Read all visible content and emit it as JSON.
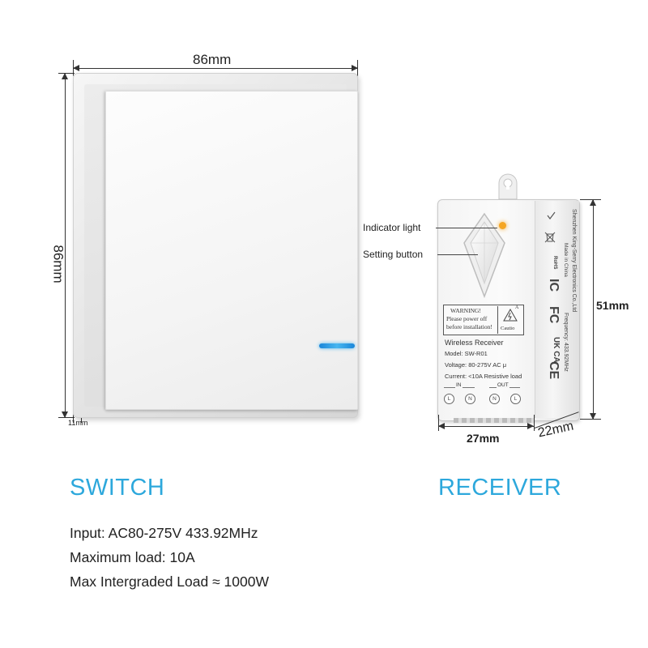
{
  "dimensions": {
    "switch_width": "86mm",
    "switch_height": "86mm",
    "switch_depth": "11mm",
    "receiver_height": "51mm",
    "receiver_width": "27mm",
    "receiver_depth": "22mm"
  },
  "callouts": {
    "indicator": "Indicator light",
    "setting": "Setting button"
  },
  "receiver_label": {
    "warning_title": "WARNING!",
    "warning_line1": "Please power off",
    "warning_line2": "before installation!",
    "caution": "Cautio",
    "caution_mark": "A",
    "name": "Wireless Receiver",
    "model": "Model: SW-R01",
    "voltage": "Voltage: 80-275V AC  μ",
    "current": "Current: <10A Resistive load",
    "in_label": "IN",
    "out_label": "OUT",
    "terminals": [
      "L",
      "N",
      "N",
      "L"
    ],
    "side_frequency": "Frequency: 433.92MHz",
    "side_company": "Shenzhen King-Serry Electronics Co.,Ltd",
    "side_made": "Made in China",
    "cert_ce": "CE",
    "cert_fc": "FC",
    "cert_ic": "IC",
    "cert_ukca": "UK CA",
    "cert_rohs": "RoHS"
  },
  "sections": {
    "switch_title": "SWITCH",
    "receiver_title": "RECEIVER"
  },
  "specs": [
    "Input: AC80-275V 433.92MHz",
    "Maximum load: 10A",
    "Max Intergraded Load ≈ 1000W"
  ],
  "colors": {
    "accent": "#2da8dc",
    "led": "#47b6f0",
    "indicator": "#f5a623"
  }
}
